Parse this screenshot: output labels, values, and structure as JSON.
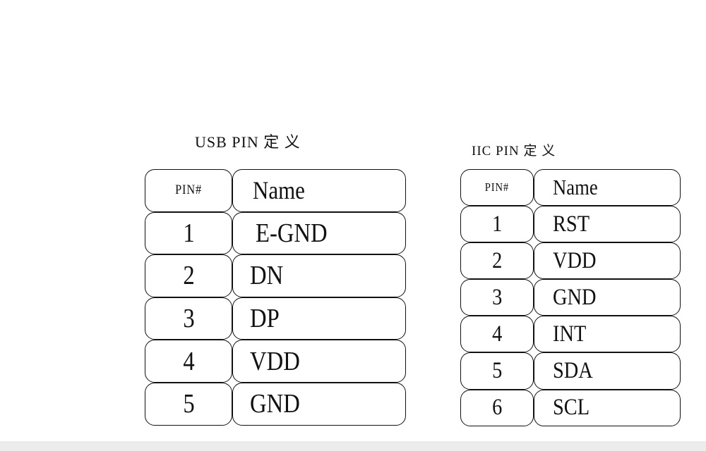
{
  "usb": {
    "title": "USB PIN 定 义",
    "header": {
      "pin": "PIN#",
      "name": "Name"
    },
    "rows": [
      {
        "pin": "1",
        "name": "E-GND"
      },
      {
        "pin": "2",
        "name": "DN"
      },
      {
        "pin": "3",
        "name": "DP"
      },
      {
        "pin": "4",
        "name": "VDD"
      },
      {
        "pin": "5",
        "name": "GND"
      }
    ]
  },
  "iic": {
    "title": "IIC PIN 定 义",
    "header": {
      "pin": "PIN#",
      "name": "Name"
    },
    "rows": [
      {
        "pin": "1",
        "name": "RST"
      },
      {
        "pin": "2",
        "name": "VDD"
      },
      {
        "pin": "3",
        "name": "GND"
      },
      {
        "pin": "4",
        "name": "INT"
      },
      {
        "pin": "5",
        "name": "SDA"
      },
      {
        "pin": "6",
        "name": "SCL"
      }
    ]
  }
}
